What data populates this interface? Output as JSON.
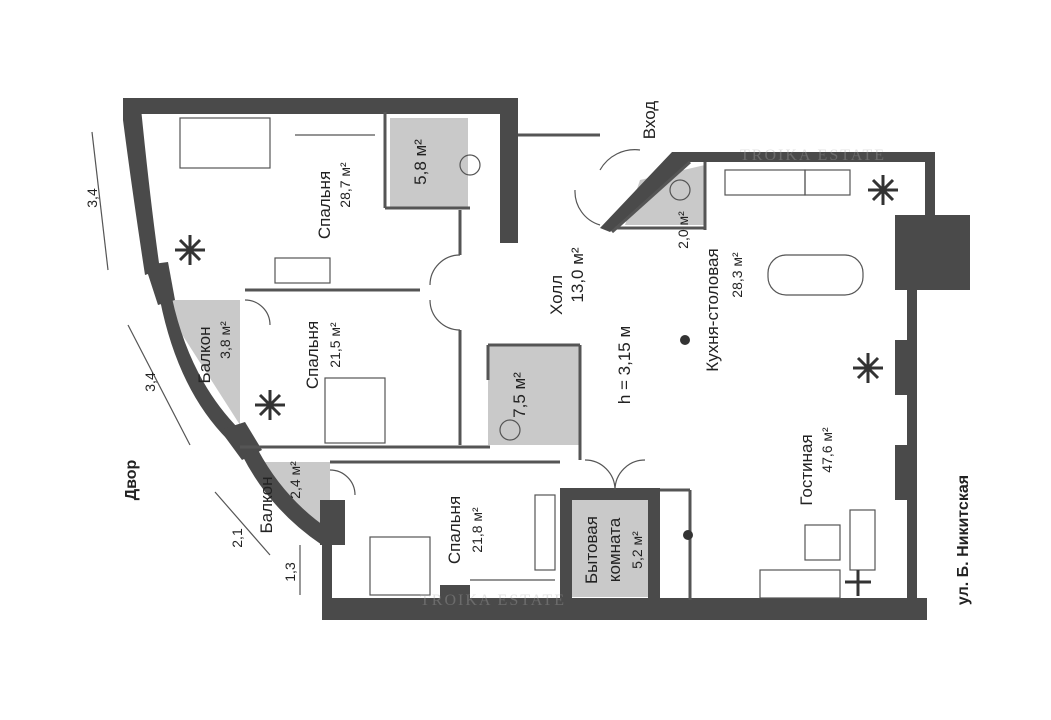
{
  "watermark": "TROIKA ESTATE",
  "entrance": "Вход",
  "ceiling_height": "h = 3,15 м",
  "courtyard": "Двор",
  "street": "ул. Б. Никитская",
  "rooms": {
    "bedroom1": {
      "name": "Спальня",
      "area": "28,7 м²"
    },
    "bath1": {
      "area": "5,8 м²"
    },
    "hall": {
      "name": "Холл",
      "area": "13,0 м²"
    },
    "wc": {
      "area": "2,0 м²"
    },
    "kitchen": {
      "name": "Кухня-столовая",
      "area": "28,3 м²"
    },
    "bedroom2": {
      "name": "Спальня",
      "area": "21,5 м²"
    },
    "balcony1": {
      "name": "Балкон",
      "area": "3,8 м²"
    },
    "bath2": {
      "area": "7,5 м²"
    },
    "living": {
      "name": "Гостиная",
      "area": "47,6 м²"
    },
    "bedroom3": {
      "name": "Спальня",
      "area": "21,8 м²"
    },
    "utility": {
      "name1": "Бытовая",
      "name2": "комната",
      "area": "5,2 м²"
    },
    "balcony2": {
      "name": "Балкон",
      "area": "2,4 м²"
    }
  },
  "dimensions": [
    "3,4",
    "3,4",
    "2,1",
    "1,3"
  ]
}
